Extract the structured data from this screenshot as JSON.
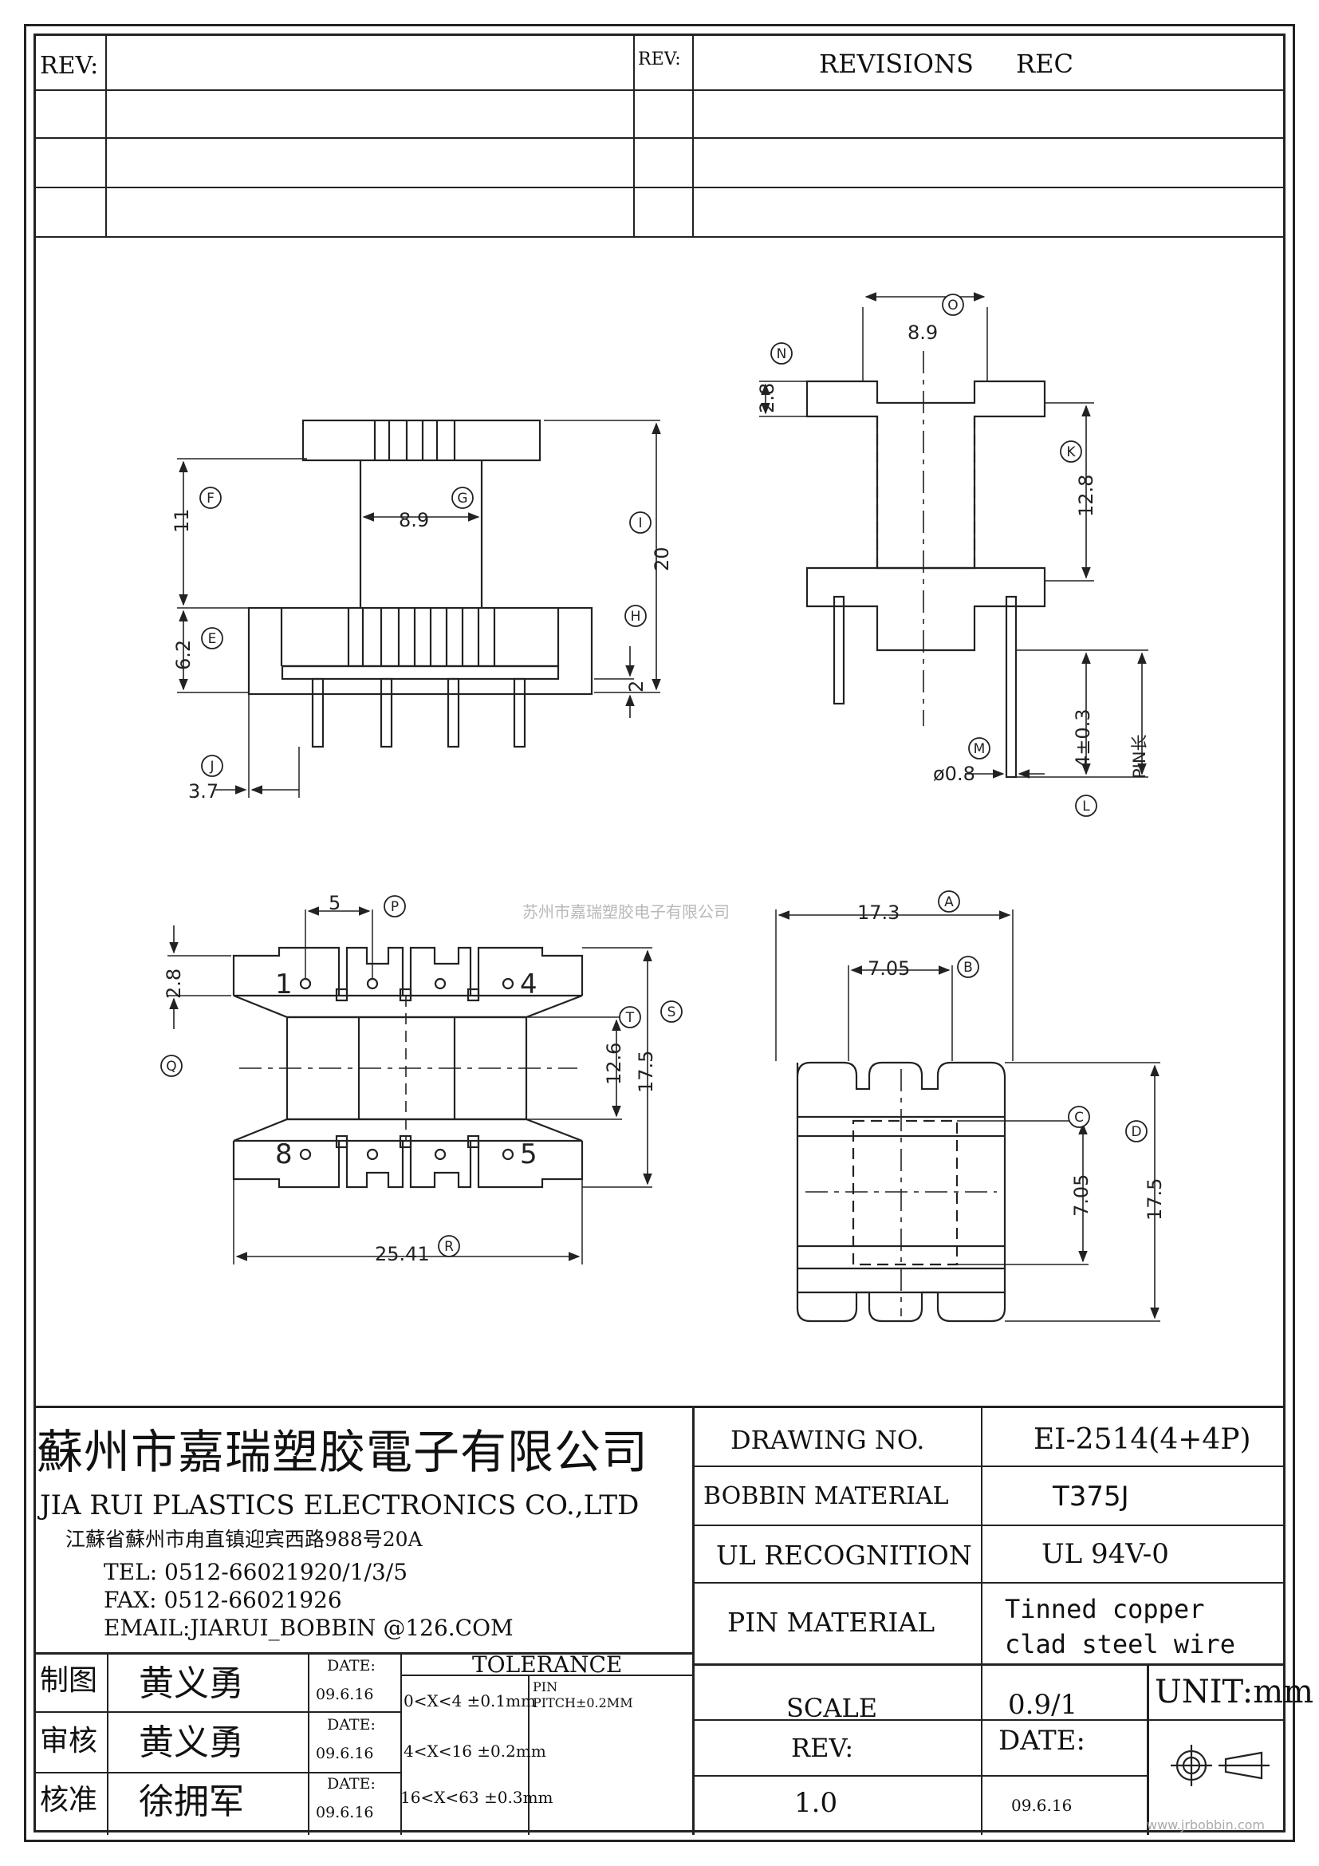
{
  "revisions": {
    "rev_label_left": "REV:",
    "rev_label_right": "REV:",
    "revisions_header": "REVISIONS",
    "rec_header": "REC"
  },
  "watermark": {
    "line": "苏州市嘉瑞塑胶电子有限公司",
    "footer": "www.jrbobbin.com"
  },
  "drawing": {
    "side_view": {
      "dims": [
        "11",
        "8.9",
        "20",
        "6.2",
        "2",
        "3.7"
      ],
      "markers": [
        "F",
        "G",
        "I",
        "E",
        "H",
        "J"
      ]
    },
    "end_view": {
      "dims": [
        "8.9",
        "2.8",
        "12.8",
        "4±0.3",
        "ø0.8",
        "PIN长"
      ],
      "markers": [
        "O",
        "N",
        "K",
        "M",
        "L"
      ]
    },
    "top_view": {
      "dims": [
        "5",
        "2.8",
        "12.6",
        "17.5",
        "25.41"
      ],
      "markers": [
        "P",
        "Q",
        "T",
        "S",
        "R"
      ],
      "pin_numbers": [
        "1",
        "4",
        "8",
        "5"
      ]
    },
    "bottom_view": {
      "dims": [
        "17.3",
        "7.05",
        "7.05",
        "17.5"
      ],
      "markers": [
        "A",
        "B",
        "C",
        "D"
      ]
    }
  },
  "title_block": {
    "company_cn": "蘇州市嘉瑞塑胶電子有限公司",
    "company_en": "JIA RUI PLASTICS ELECTRONICS CO.,LTD",
    "address": "江蘇省蘇州市甪直镇迎宾西路988号20A",
    "tel": "TEL: 0512-66021920/1/3/5",
    "fax": "FAX: 0512-66021926",
    "email": "EMAIL:JIARUI_BOBBIN @126.COM",
    "drawing_no_label": "DRAWING  NO.",
    "drawing_no": "EI-2514(4+4P)",
    "bobbin_material_label": "BOBBIN  MATERIAL",
    "bobbin_material": "T375J",
    "ul_label": "UL RECOGNITION",
    "ul_value": "UL 94V-0",
    "pin_material_label": "PIN MATERIAL",
    "pin_material_line1": "Tinned copper",
    "pin_material_line2": "clad steel wire",
    "scale_label": "SCALE",
    "scale_value": "0.9/1",
    "unit": "UNIT:mm",
    "rev_label": "REV:",
    "rev_value": "1.0",
    "date_label": "DATE:",
    "date_value": "09.6.16",
    "tolerance_label": "TOLERANCE",
    "tolerances": [
      "0<X<4  ±0.1mm",
      "4<X<16 ±0.2mm",
      "16<X<63 ±0.3mm"
    ],
    "pin_pitch_line1": "PIN",
    "pin_pitch_line2": "PITCH±0.2MM",
    "signoffs": [
      {
        "role": "制图",
        "name": "黄义勇",
        "date_label": "DATE:",
        "date": "09.6.16"
      },
      {
        "role": "审核",
        "name": "黄义勇",
        "date_label": "DATE:",
        "date": "09.6.16"
      },
      {
        "role": "核准",
        "name": "徐拥军",
        "date_label": "DATE:",
        "date": "09.6.16"
      }
    ]
  }
}
